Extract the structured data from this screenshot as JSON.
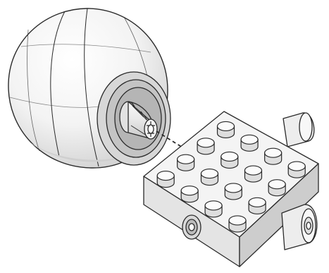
{
  "diagram": {
    "parts": [
      "sphere",
      "axle",
      "brick"
    ],
    "brick": {
      "stud_rows": 4,
      "stud_columns": 4,
      "side_pins": 2,
      "side_holes": 1
    },
    "connector": {
      "style": "dashed",
      "from": "axle",
      "to": "brick"
    },
    "colors": {
      "background": "#ffffff",
      "outline": "#2a2a2a",
      "part_fill": "#f2f2f2",
      "shade": "#d6d6d6",
      "deep_shade": "#bdbdbd"
    }
  }
}
